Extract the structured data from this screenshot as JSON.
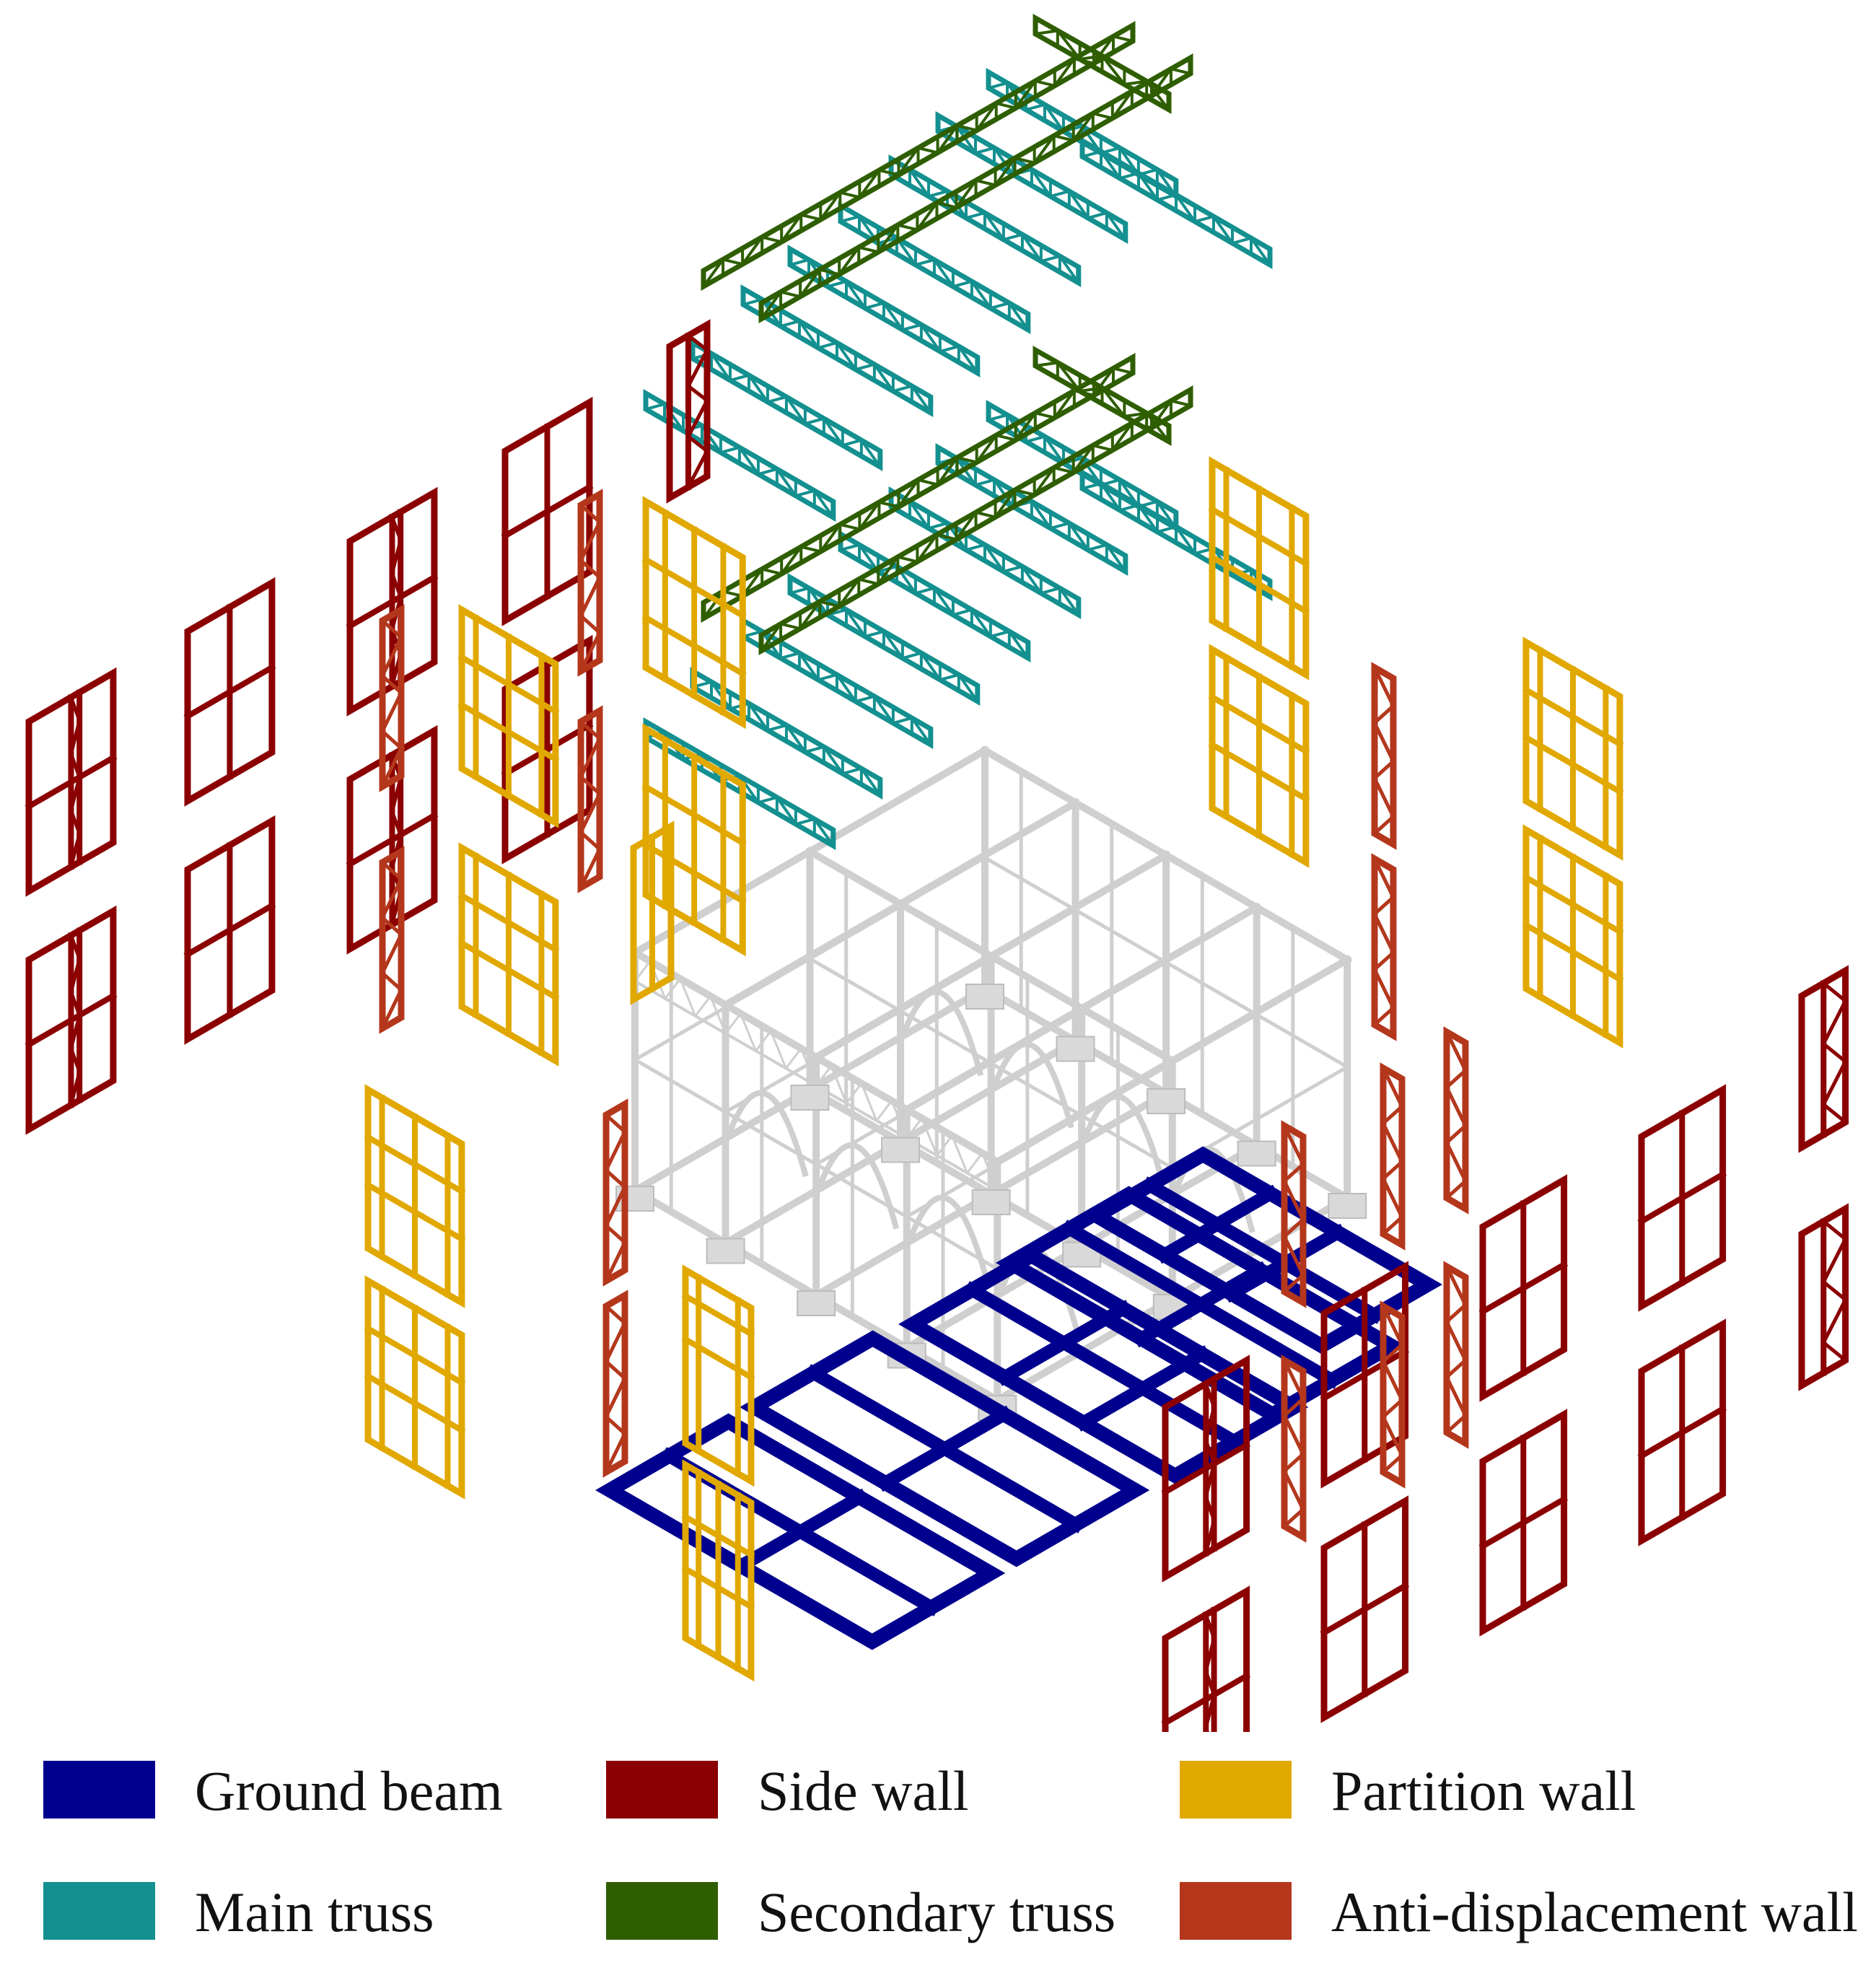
{
  "colors": {
    "ground_beam": "#00008e",
    "side_wall": "#8b0000",
    "partition_wall": "#e1a800",
    "main_truss": "#13908f",
    "secondary_truss": "#2e5e00",
    "anti_displacement_wall": "#b4371c",
    "frame": "#cfcfcf"
  },
  "legend": {
    "items": [
      {
        "label": "Ground beam",
        "color": "#00008e"
      },
      {
        "label": "Side wall",
        "color": "#8b0000"
      },
      {
        "label": "Partition wall",
        "color": "#e1a800"
      },
      {
        "label": "Main truss",
        "color": "#13908f"
      },
      {
        "label": "Secondary truss",
        "color": "#2e5e00"
      },
      {
        "label": "Anti-displacement wall",
        "color": "#b4371c"
      }
    ]
  }
}
